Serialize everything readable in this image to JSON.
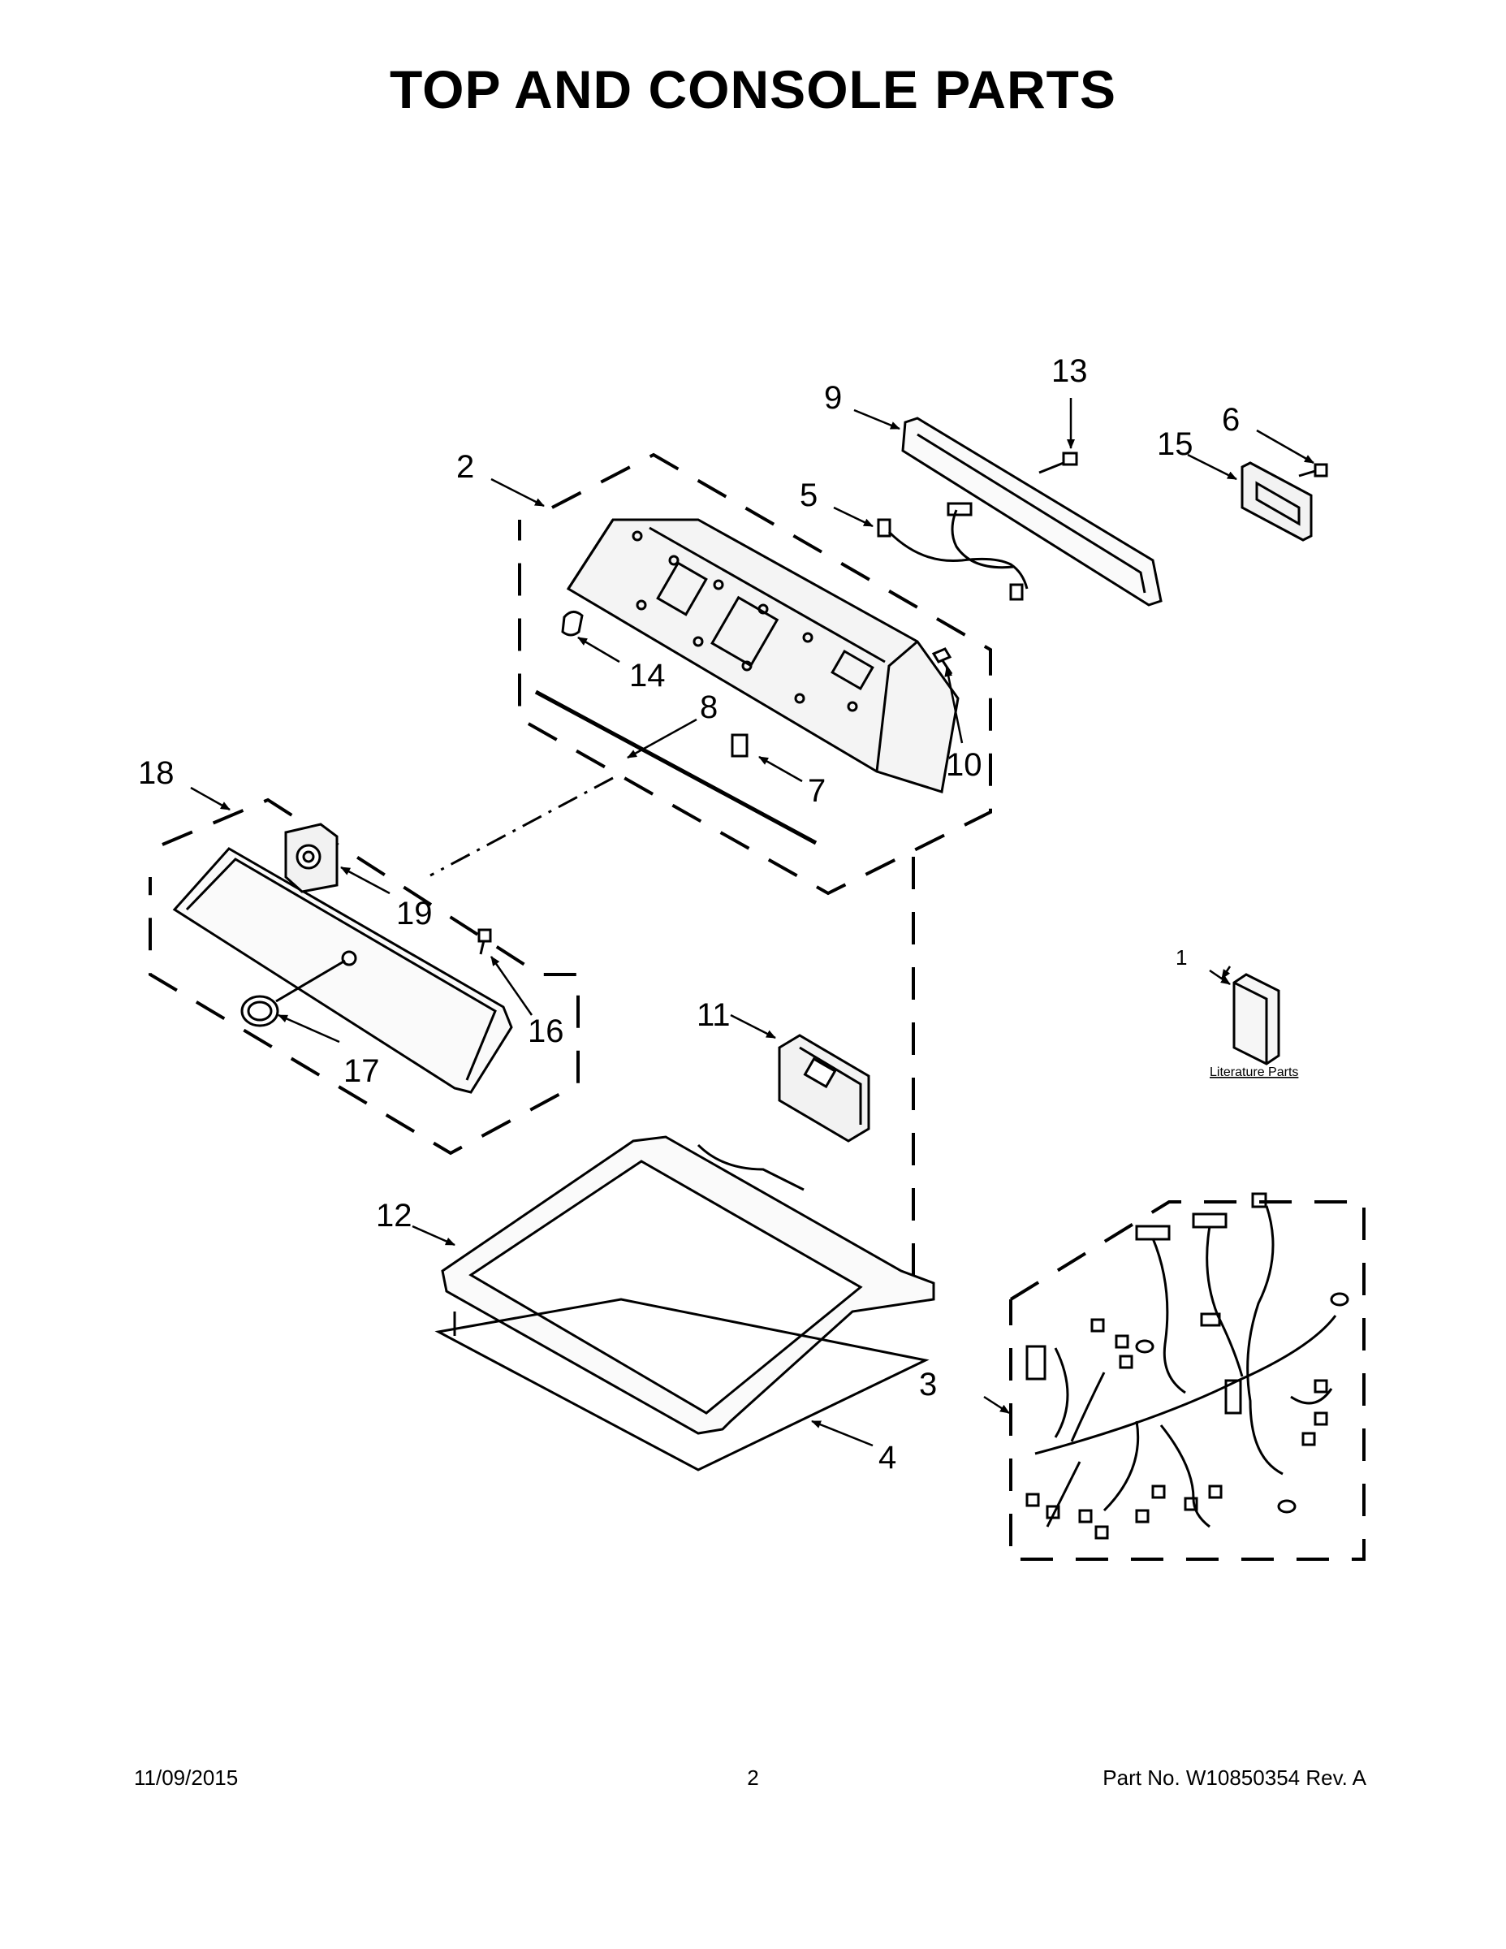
{
  "title": "TOP AND CONSOLE PARTS",
  "callouts": {
    "c1": "1",
    "c2": "2",
    "c3": "3",
    "c4": "4",
    "c5": "5",
    "c6": "6",
    "c7": "7",
    "c8": "8",
    "c9": "9",
    "c10": "10",
    "c11": "11",
    "c12": "12",
    "c13": "13",
    "c14": "14",
    "c15": "15",
    "c16": "16",
    "c17": "17",
    "c18": "18",
    "c19": "19"
  },
  "literature_label": "Literature Parts",
  "footer": {
    "date": "11/09/2015",
    "page": "2",
    "part": "Part No.  W10850354  Rev.  A"
  }
}
